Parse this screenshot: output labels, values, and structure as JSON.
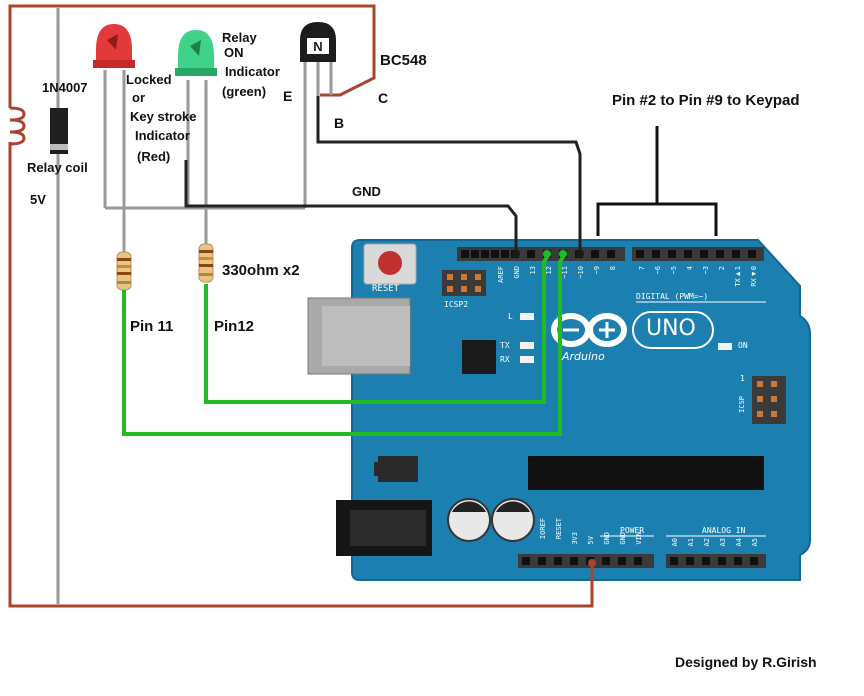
{
  "labels": {
    "diode": "1N4007",
    "red_led_line1": "Locked",
    "red_led_line2": "or",
    "red_led_line3": "Key stroke",
    "red_led_line4": "Indicator",
    "red_led_line5": "(Red)",
    "green_led_line1": "Relay",
    "green_led_line2": "ON",
    "green_led_line3": "Indicator",
    "green_led_line4": "(green)",
    "transistor": "BC548",
    "emitter": "E",
    "collector": "C",
    "base": "B",
    "relay_coil": "Relay coil",
    "supply": "5V",
    "ground": "GND",
    "keypad": "Pin #2 to Pin #9 to Keypad",
    "resistors": "330ohm x2",
    "pin11": "Pin 11",
    "pin12": "Pin12",
    "credit": "Designed by R.Girish"
  },
  "board": {
    "reset": "RESET",
    "icsp2": "ICSP2",
    "icsp": "ICSP",
    "led_l": "L",
    "tx": "TX",
    "rx": "RX",
    "on": "ON",
    "brand": "Arduino",
    "model": "UNO",
    "digital": "DIGITAL (PWM=~)",
    "power": "POWER",
    "analog": "ANALOG IN",
    "icsp_pin1": "1",
    "top_pins": [
      "AREF",
      "GND",
      "13",
      "12",
      "~11",
      "~10",
      "~9",
      "8",
      "7",
      "~6",
      "~5",
      "4",
      "~3",
      "2",
      "TX▶1",
      "RX◀0"
    ],
    "power_pins": [
      "IOREF",
      "RESET",
      "3V3",
      "5V",
      "GND",
      "GND",
      "VIN"
    ],
    "analog_pins": [
      "A0",
      "A1",
      "A2",
      "A3",
      "A4",
      "A5"
    ]
  },
  "colors": {
    "board": "#1b7fb0",
    "power_wire": "#a8432f",
    "ground_wire": "#222222",
    "signal_wire": "#22bb22",
    "lead": "#9a9a9a",
    "red_led": "#e23a3a",
    "green_led": "#3fd38a"
  }
}
